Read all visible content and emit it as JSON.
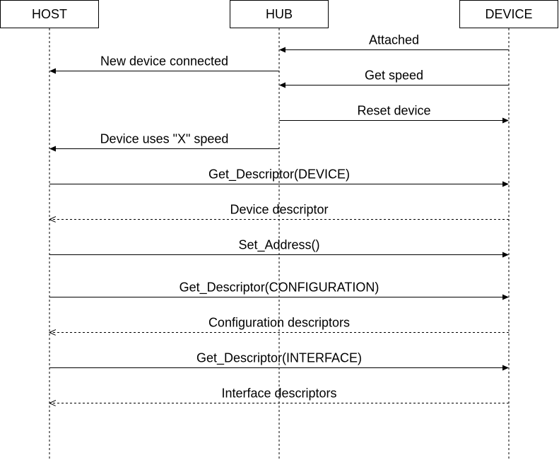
{
  "participants": [
    {
      "id": "host",
      "label": "HOST"
    },
    {
      "id": "hub",
      "label": "HUB"
    },
    {
      "id": "device",
      "label": "DEVICE"
    }
  ],
  "messages": [
    {
      "from": "device",
      "to": "hub",
      "label": "Attached",
      "style": "sync"
    },
    {
      "from": "hub",
      "to": "host",
      "label": "New device connected",
      "style": "sync"
    },
    {
      "from": "device",
      "to": "hub",
      "label": "Get speed",
      "style": "sync"
    },
    {
      "from": "hub",
      "to": "device",
      "label": "Reset device",
      "style": "sync"
    },
    {
      "from": "hub",
      "to": "host",
      "label": "Device uses \"X\" speed",
      "style": "sync"
    },
    {
      "from": "host",
      "to": "device",
      "label": "Get_Descriptor(DEVICE)",
      "style": "sync"
    },
    {
      "from": "device",
      "to": "host",
      "label": "Device descriptor",
      "style": "reply"
    },
    {
      "from": "host",
      "to": "device",
      "label": "Set_Address()",
      "style": "sync"
    },
    {
      "from": "host",
      "to": "device",
      "label": "Get_Descriptor(CONFIGURATION)",
      "style": "sync"
    },
    {
      "from": "device",
      "to": "host",
      "label": "Configuration descriptors",
      "style": "reply"
    },
    {
      "from": "host",
      "to": "device",
      "label": "Get_Descriptor(INTERFACE)",
      "style": "sync"
    },
    {
      "from": "device",
      "to": "host",
      "label": "Interface descriptors",
      "style": "reply"
    }
  ]
}
